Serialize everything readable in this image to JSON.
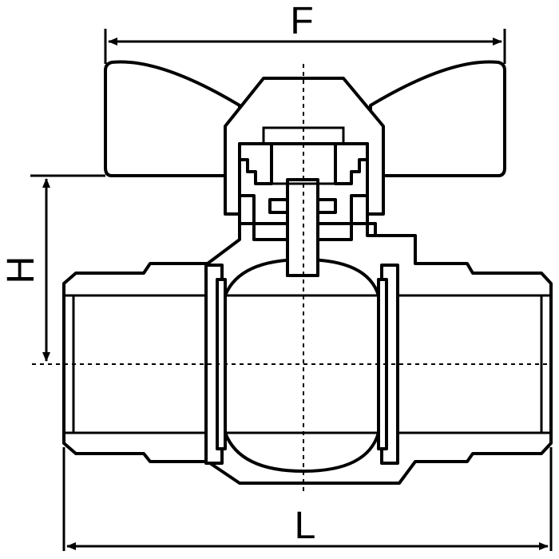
{
  "dimensions": {
    "F": "F",
    "H": "H",
    "L": "L"
  },
  "colors": {
    "line": "#000000",
    "background": "#ffffff"
  }
}
